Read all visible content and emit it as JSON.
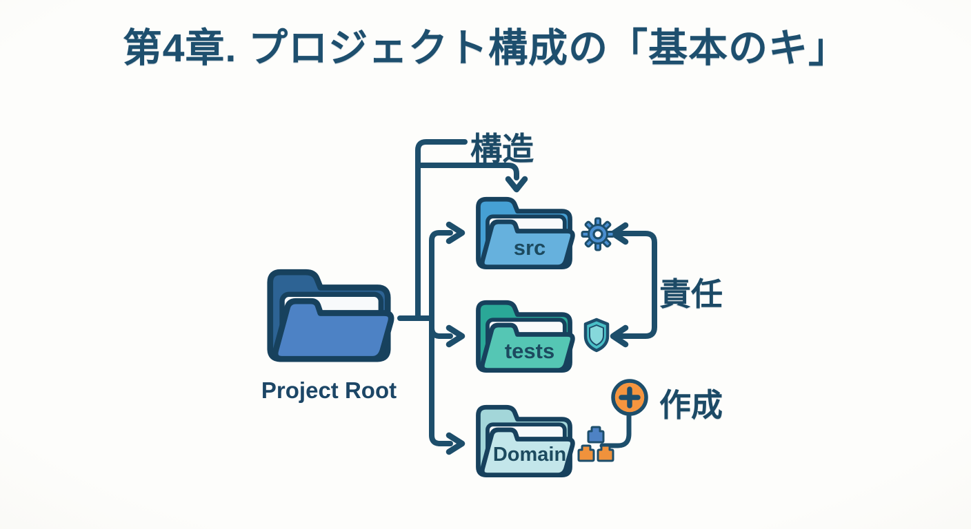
{
  "title": "第4章. プロジェクト構成の「基本のキ」",
  "root_folder": {
    "label": "Project Root"
  },
  "folders": [
    {
      "label": "src",
      "icon": "gear-icon",
      "front_color": "#66b1dd",
      "back_color": "#46a0d4"
    },
    {
      "label": "tests",
      "icon": "shield-icon",
      "front_color": "#55c6b4",
      "back_color": "#2aa897"
    },
    {
      "label": "Domain",
      "icon": "blocks-icon",
      "front_color": "#c3e6ea",
      "back_color": "#a3d6d9"
    }
  ],
  "annotations": {
    "structure": "構造",
    "responsibility": "責任",
    "creation": "作成"
  },
  "colors": {
    "outline": "#1d4e6b",
    "title_text": "#1e4f6e",
    "root_front": "#4d82c5",
    "root_back": "#2d6394",
    "sheet": "#f8fafb",
    "gear": "#4a8ed0",
    "shield": "#49bfc7",
    "shield_inner": "#86d8db",
    "plus_circle": "#f5953f",
    "block_blue": "#4e82c4",
    "block_orange": "#f0923c",
    "background": "#fbfaf6"
  }
}
